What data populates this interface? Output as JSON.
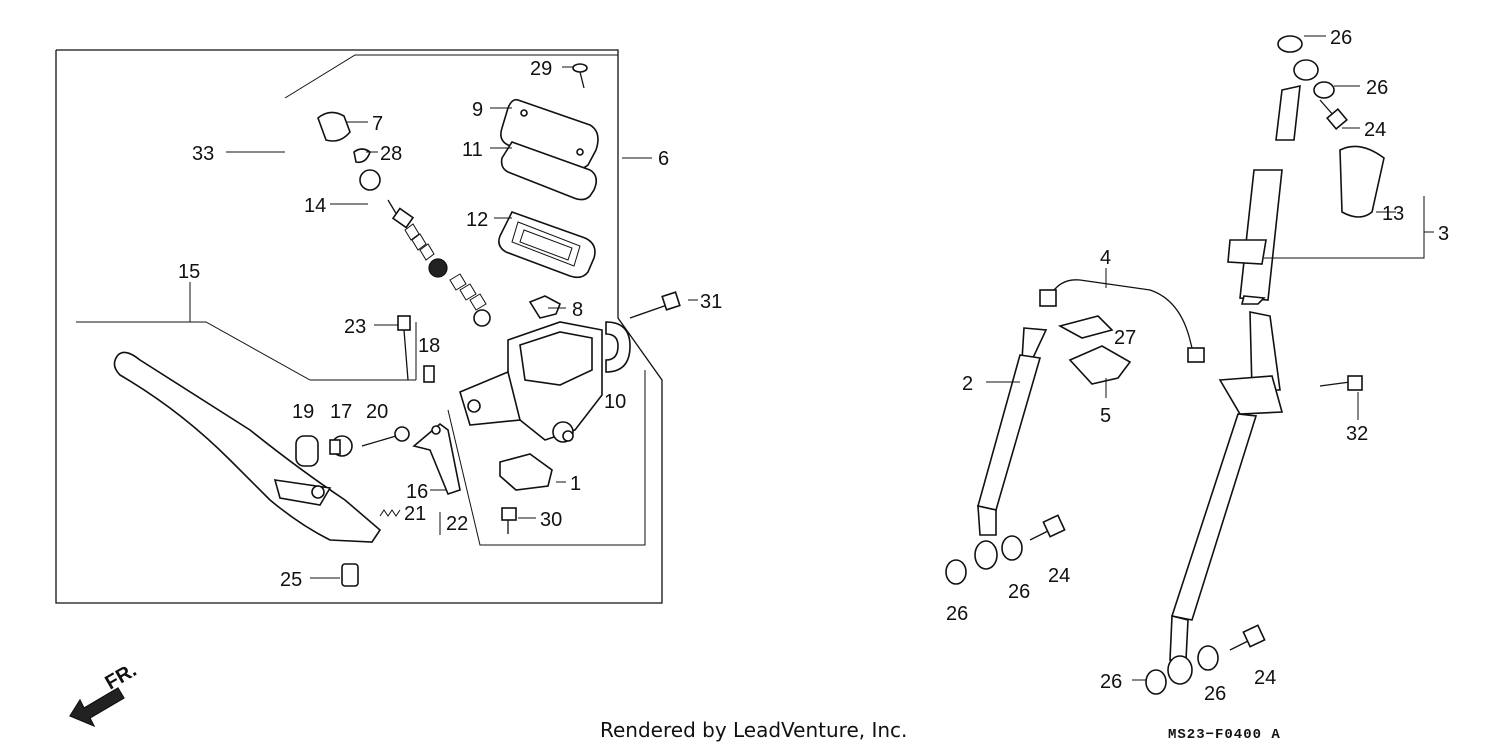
{
  "callouts": {
    "c1": "1",
    "c2": "2",
    "c3": "3",
    "c4": "4",
    "c5": "5",
    "c6": "6",
    "c7": "7",
    "c8": "8",
    "c9": "9",
    "c10": "10",
    "c11": "11",
    "c12": "12",
    "c13": "13",
    "c14": "14",
    "c15": "15",
    "c16": "16",
    "c17": "17",
    "c18": "18",
    "c19": "19",
    "c20": "20",
    "c21": "21",
    "c22": "22",
    "c23": "23",
    "c24a": "24",
    "c24b": "24",
    "c24c": "24",
    "c25": "25",
    "c26a": "26",
    "c26b": "26",
    "c26c": "26",
    "c26d": "26",
    "c26e": "26",
    "c26f": "26",
    "c27": "27",
    "c28": "28",
    "c29": "29",
    "c30": "30",
    "c31": "31",
    "c32": "32",
    "c33": "33"
  },
  "direction_marker": "FR.",
  "credit": "Rendered by LeadVenture, Inc.",
  "diagram_code": "MS23−F0400 A"
}
